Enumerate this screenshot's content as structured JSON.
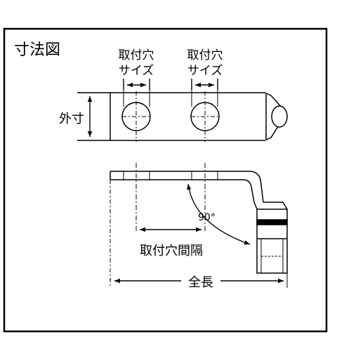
{
  "title": "寸法図",
  "labels": {
    "hole_size_1": [
      "取付穴",
      "サイズ"
    ],
    "hole_size_2": [
      "取付穴",
      "サイズ"
    ],
    "outer_width": "外寸",
    "angle": "90°",
    "hole_pitch": "取付穴間隔",
    "total_length": "全長"
  }
}
